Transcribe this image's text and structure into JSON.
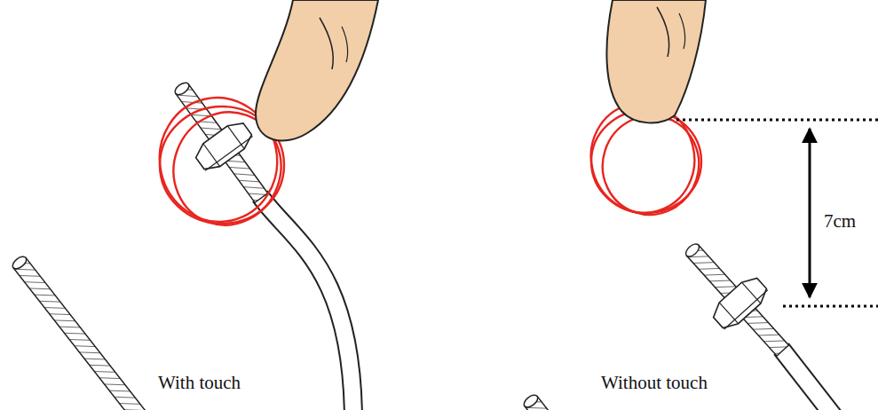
{
  "diagram": {
    "labels": [
      "With touch",
      "Without touch",
      "7cm"
    ]
  }
}
